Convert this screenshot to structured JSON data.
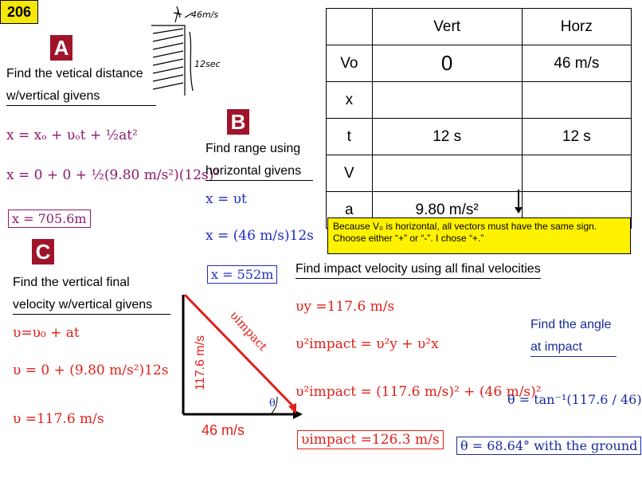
{
  "slide_number": "206",
  "sketch": {
    "speed_label": "46m/s",
    "time_label": "12sec"
  },
  "section_a": {
    "badge": "A",
    "heading_line1": "Find the vetical distance",
    "heading_line2": "w/vertical givens",
    "eq1": "x = xₒ + υₒt + ½at²",
    "eq2": "x = 0 + 0 + ½(9.80 m/s²)(12s)²",
    "result": "x = 705.6m"
  },
  "section_b": {
    "badge": "B",
    "heading_line1": "Find range using",
    "heading_line2": "horizontal givens",
    "eq1": "x = υt",
    "eq2": "x = (46 m/s)12s",
    "result": "x = 552m"
  },
  "section_c": {
    "badge": "C",
    "heading_line1": "Find the vertical final",
    "heading_line2": "velocity w/vertical givens",
    "eq1": "υ=υ₀ + at",
    "eq2": "υ = 0 + (9.80 m/s²)12s",
    "eq3": "υ =117.6 m/s"
  },
  "triangle": {
    "vertical_label": "117.6 m/s",
    "horizontal_label": "46 m/s",
    "hyp_label": "υimpact",
    "angle_label": "θ"
  },
  "impact": {
    "heading": "Find impact velocity using all final velocities",
    "eq1": "υy =117.6 m/s",
    "eq2": "υ²impact = υ²y + υ²x",
    "eq3": "υ²impact = (117.6 m/s)² + (46 m/s)²",
    "result": "υimpact =126.3 m/s"
  },
  "angle": {
    "heading_line1": "Find the angle",
    "heading_line2": "at impact",
    "eq": "θ = tan⁻¹(117.6 / 46)",
    "result": "θ = 68.64° with the ground"
  },
  "table": {
    "headers": [
      "",
      "Vert",
      "Horz"
    ],
    "rows": [
      [
        "Vo",
        "0",
        "46 m/s"
      ],
      [
        "x",
        "",
        ""
      ],
      [
        "t",
        "12 s",
        "12 s"
      ],
      [
        "V",
        "",
        ""
      ],
      [
        "a",
        "9.80 m/s²",
        ""
      ]
    ]
  },
  "note": "Because V₀ is horizontal, all vectors must have the same sign. Choose either “+” or “-”.  I chose “+.”",
  "colors": {
    "accent_badge": "#a0142a",
    "highlight": "#fff200",
    "red_text": "#e0201a",
    "purple_text": "#8b1a6b",
    "blue_text": "#1f2fbf"
  }
}
